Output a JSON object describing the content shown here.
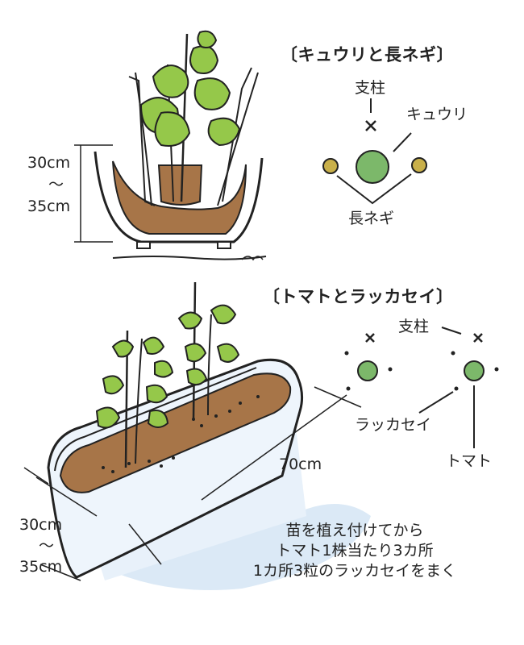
{
  "top": {
    "title": "〔キュウリと長ネギ〕",
    "height_top": "30cm",
    "height_tilde": "～",
    "height_bottom": "35cm",
    "legend": {
      "stake": "支柱",
      "cucumber": "キュウリ",
      "leek": "長ネギ"
    }
  },
  "bottom": {
    "title": "〔トマトとラッカセイ〕",
    "length": "70cm",
    "height_top": "30cm",
    "height_tilde": "～",
    "height_bottom": "35cm",
    "legend": {
      "stake": "支柱",
      "peanut": "ラッカセイ",
      "tomato": "トマト"
    },
    "note": [
      "苗を植え付けてから",
      "トマト1株当たり3カ所",
      "1カ所3粒のラッカセイをまく"
    ]
  },
  "colors": {
    "soil": "#a77548",
    "leaf": "#95c84a",
    "tomato_ball": "#7cb86a",
    "leek_end": "#c9b04a",
    "container_shadow": "#dbe9f6"
  }
}
